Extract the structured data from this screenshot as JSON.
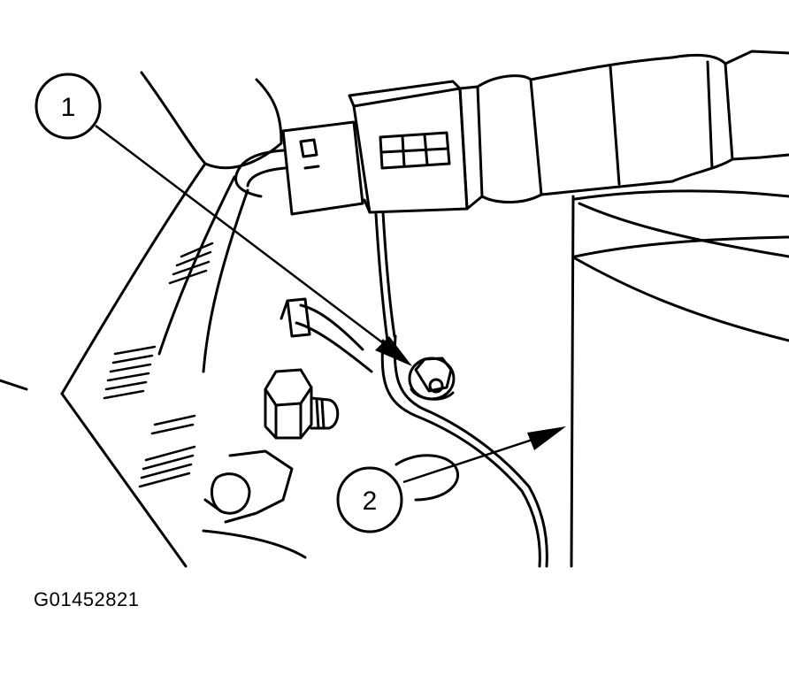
{
  "callouts": [
    {
      "label": "1",
      "target": "bolt"
    },
    {
      "label": "2",
      "target": "bracket-edge"
    }
  ],
  "figure_id": "G01452821",
  "colors": {
    "line": "#000000",
    "background": "#ffffff"
  }
}
